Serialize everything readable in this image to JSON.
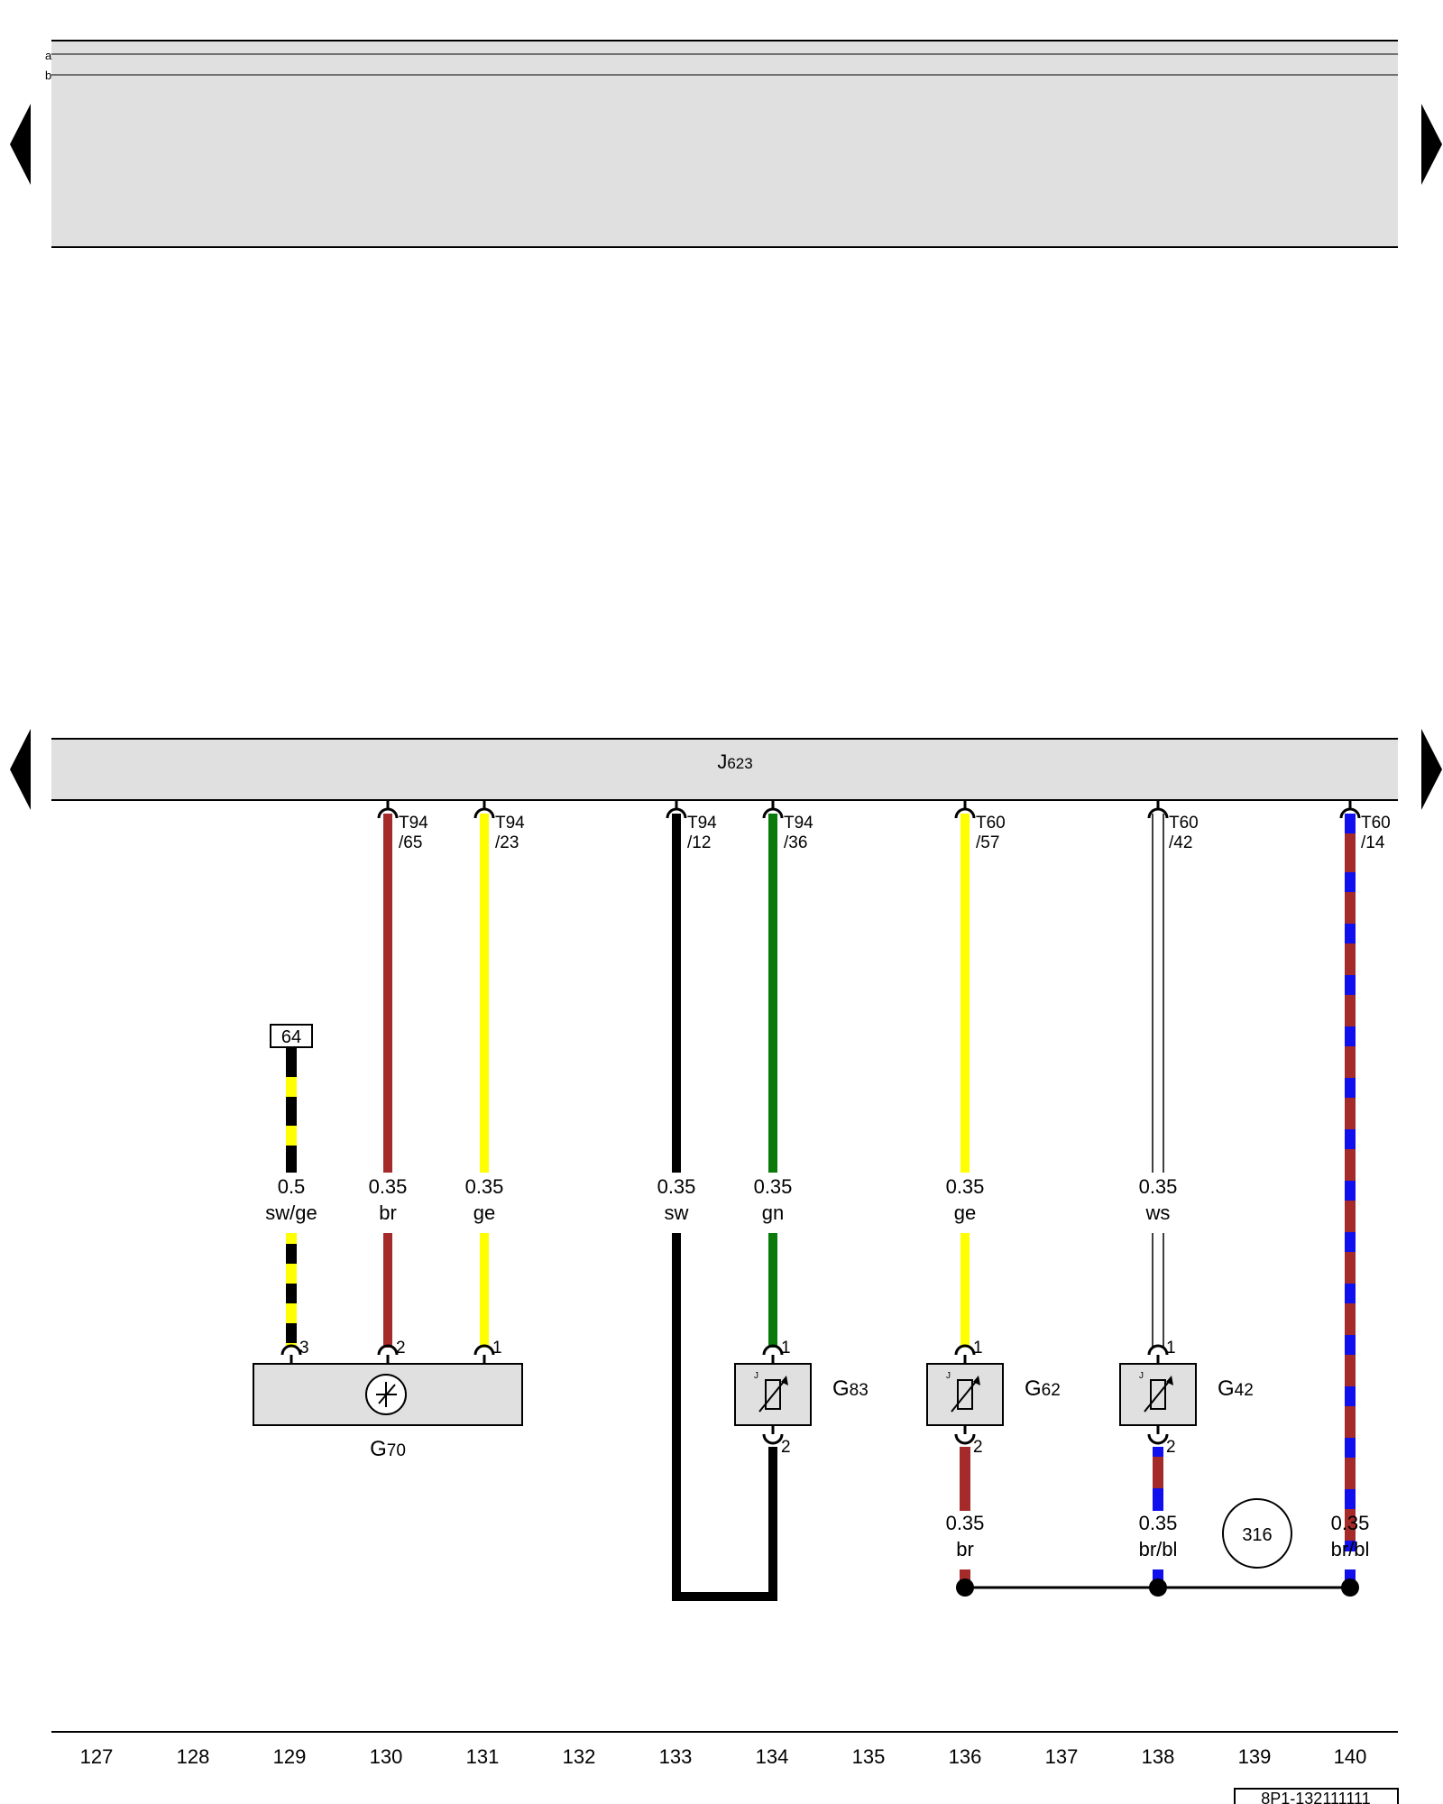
{
  "header_rows": [
    "a",
    "b"
  ],
  "control_unit": {
    "letter": "J",
    "number": "623"
  },
  "pins": [
    {
      "id": "t94-65",
      "connector": "T94",
      "pin": "/65"
    },
    {
      "id": "t94-23",
      "connector": "T94",
      "pin": "/23"
    },
    {
      "id": "t94-12",
      "connector": "T94",
      "pin": "/12"
    },
    {
      "id": "t94-36",
      "connector": "T94",
      "pin": "/36"
    },
    {
      "id": "t60-57",
      "connector": "T60",
      "pin": "/57"
    },
    {
      "id": "t60-42",
      "connector": "T60",
      "pin": "/42"
    },
    {
      "id": "t60-14",
      "connector": "T60",
      "pin": "/14"
    }
  ],
  "wires_upper": [
    {
      "size": "0.5",
      "color": "sw/ge",
      "stripe": [
        "#000000",
        "#ffff00"
      ]
    },
    {
      "size": "0.35",
      "color": "br",
      "stripe": [
        "#a52a2a"
      ]
    },
    {
      "size": "0.35",
      "color": "ge",
      "stripe": [
        "#ffff00"
      ]
    },
    {
      "size": "0.35",
      "color": "sw",
      "stripe": [
        "#000000"
      ]
    },
    {
      "size": "0.35",
      "color": "gn",
      "stripe": [
        "#0a7a0a"
      ]
    },
    {
      "size": "0.35",
      "color": "ge",
      "stripe": [
        "#ffff00"
      ]
    },
    {
      "size": "0.35",
      "color": "ws",
      "stripe": [
        "#ffffff"
      ]
    }
  ],
  "wires_lower": [
    {
      "size": "0.35",
      "color": "br"
    },
    {
      "size": "0.35",
      "color": "br/bl"
    },
    {
      "size": "0.35",
      "color": "br/bl"
    }
  ],
  "colors": {
    "sw": "#000000",
    "ge": "#ffff00",
    "br": "#a52a2a",
    "gn": "#0a7a0a",
    "bl": "#1010ee",
    "ws": "#ffffff",
    "component_fill": "#e0e0e0"
  },
  "reference_box": "64",
  "components": [
    {
      "id": "G70",
      "letter": "G",
      "number": "70",
      "pins": [
        "3",
        "2",
        "1"
      ]
    },
    {
      "id": "G83",
      "letter": "G",
      "number": "83",
      "pins": [
        "1",
        "2"
      ]
    },
    {
      "id": "G62",
      "letter": "G",
      "number": "62",
      "pins": [
        "1",
        "2"
      ]
    },
    {
      "id": "G42",
      "letter": "G",
      "number": "42",
      "pins": [
        "1",
        "2"
      ]
    }
  ],
  "sensor_symbol_label": "J",
  "ground_connection": "316",
  "track_numbers": [
    "127",
    "128",
    "129",
    "130",
    "131",
    "132",
    "133",
    "134",
    "135",
    "136",
    "137",
    "138",
    "139",
    "140"
  ],
  "diagram_id": "8P1-132111111"
}
